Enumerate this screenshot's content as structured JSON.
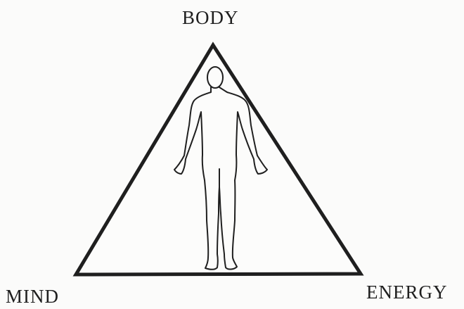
{
  "diagram": {
    "labels": {
      "top": "BODY",
      "left": "MIND",
      "right": "ENERGY"
    },
    "figure_icon": "human-figure-icon",
    "colors": {
      "line": "#1f1f1f",
      "background": "#fbfbfa",
      "triangle_fill": "#fcfcfb"
    }
  }
}
